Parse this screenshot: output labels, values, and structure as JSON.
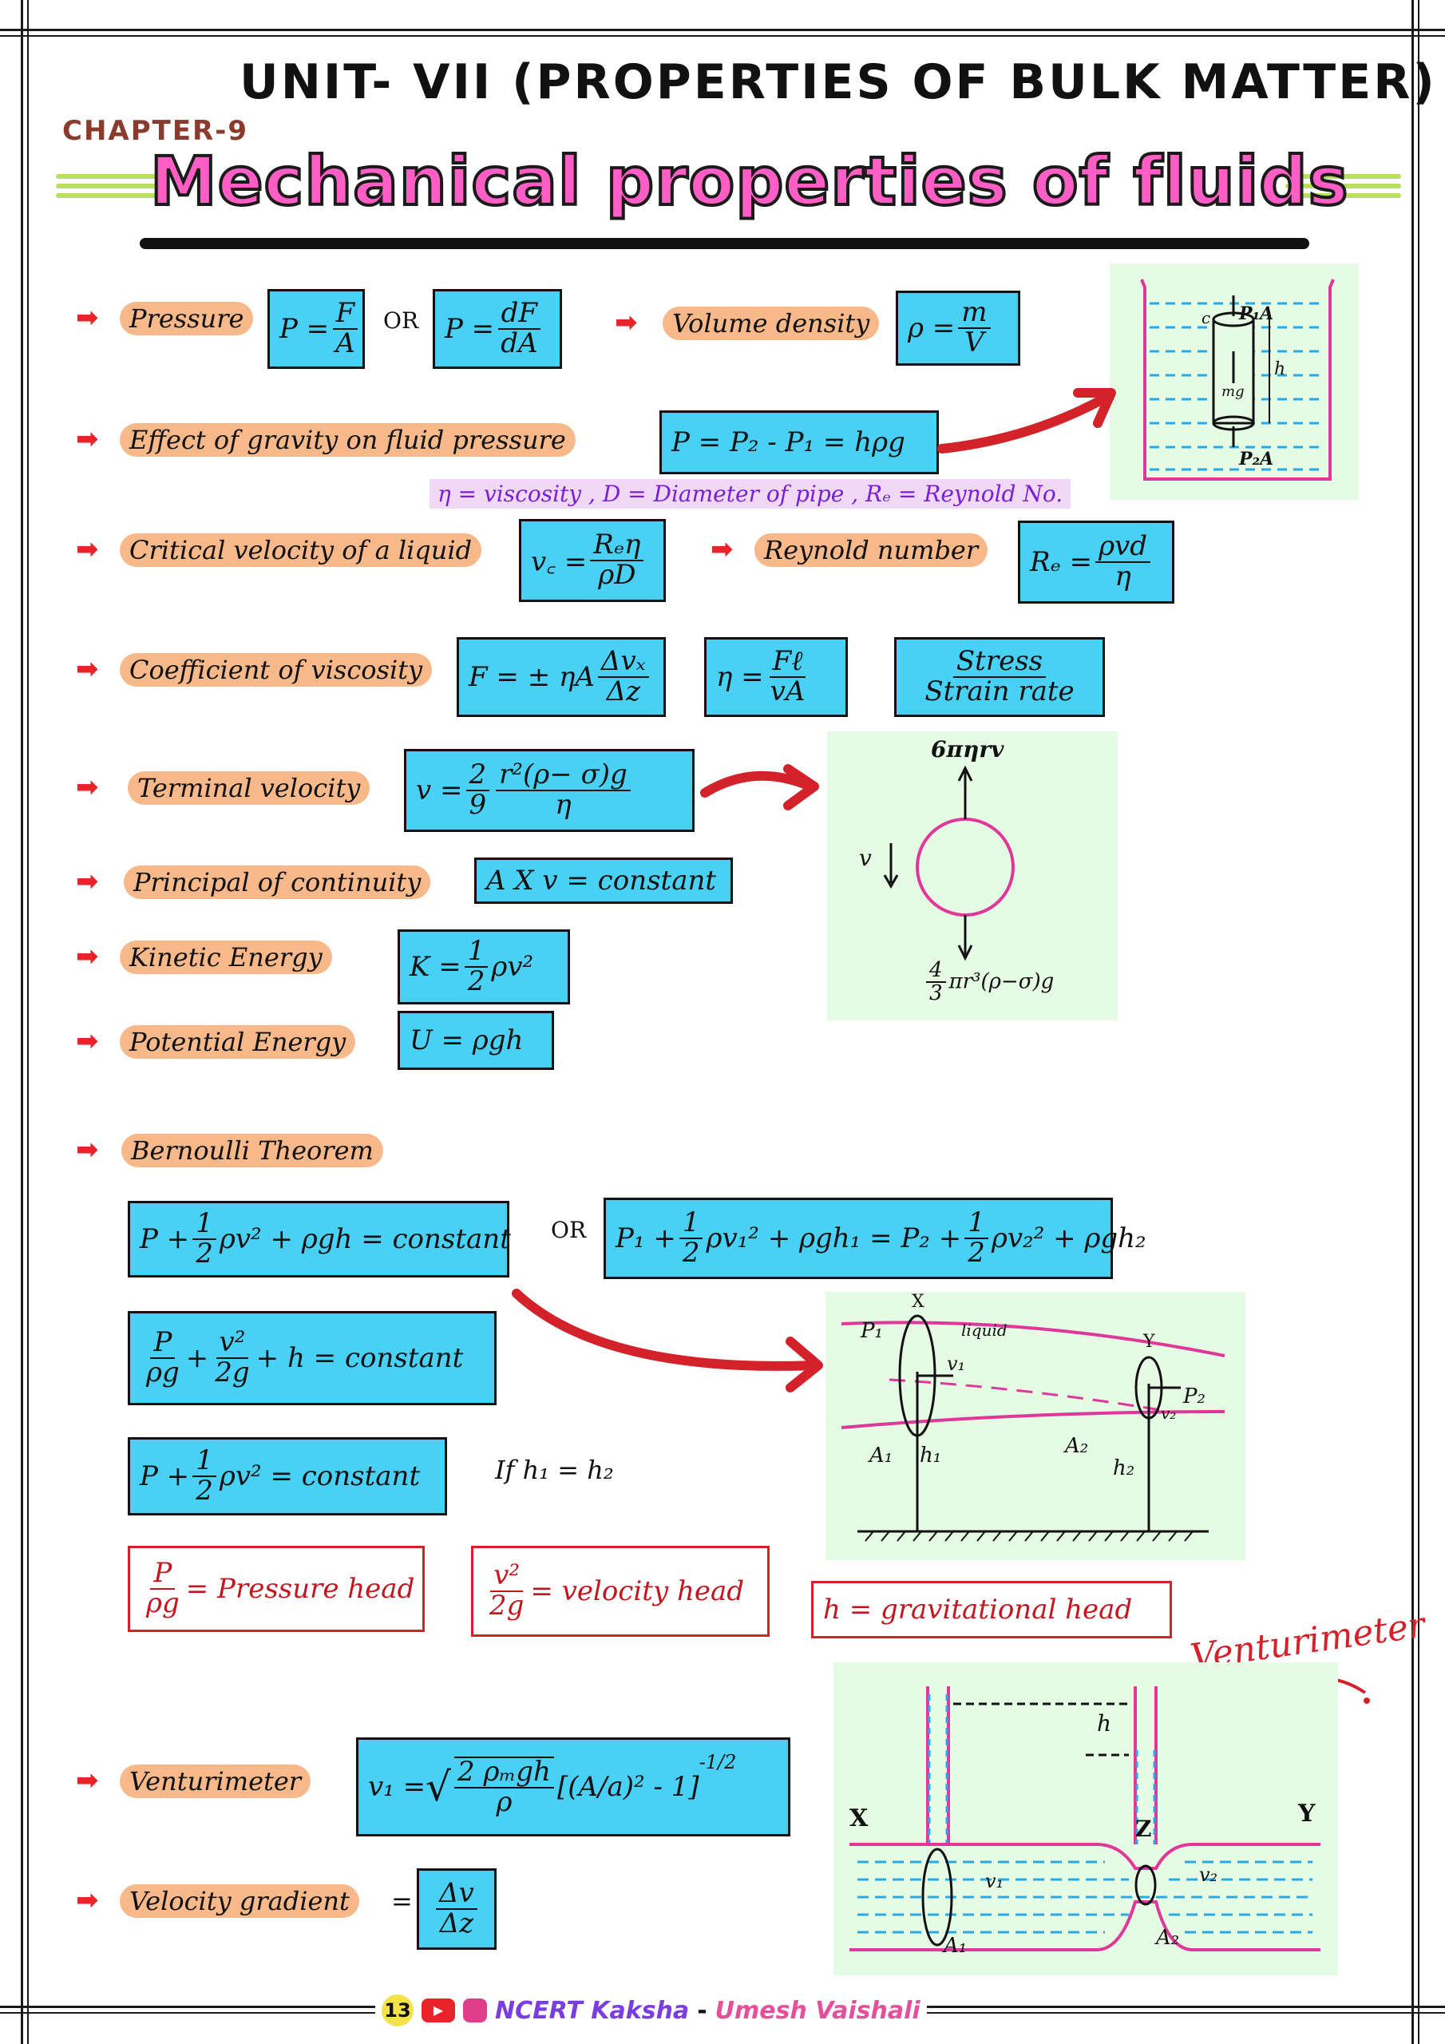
{
  "header": {
    "unit_title": "UNIT- VII (PROPERTIES OF BULK MATTER)",
    "chapter_label": "CHAPTER-9",
    "main_title": "Mechanical properties of fluids"
  },
  "rows": {
    "pressure": {
      "label": "Pressure",
      "f1_lhs": "P =",
      "f1_num": "F",
      "f1_den": "A",
      "or": "OR",
      "f2_lhs": "P =",
      "f2_num": "dF",
      "f2_den": "dA"
    },
    "density": {
      "label": "Volume density",
      "lhs": "ρ =",
      "num": "m",
      "den": "V"
    },
    "gravity": {
      "label": "Effect of gravity on fluid pressure",
      "formula": "P = P₂ - P₁ = hρg"
    },
    "note": "η = viscosity , D = Diameter of pipe , Rₑ = Reynold No.",
    "critical": {
      "label": "Critical velocity of a liquid",
      "lhs": "v꜀ =",
      "num": "Rₑη",
      "den": "ρD"
    },
    "reynold": {
      "label": "Reynold number",
      "lhs": "Rₑ =",
      "num": "ρvd",
      "den": "η"
    },
    "viscosity": {
      "label": "Coefficient of viscosity",
      "f1_lhs": "F = ± ηA",
      "f1_num": "Δvₓ",
      "f1_den": "Δz",
      "f2_lhs": "η =",
      "f2_num": "Fℓ",
      "f2_den": "vA",
      "f3_num": "Stress",
      "f3_den": "Strain rate"
    },
    "terminal": {
      "label": "Terminal velocity",
      "lhs": "v =",
      "c_num": "2",
      "c_den": "9",
      "num": "r²(ρ− σ)g",
      "den": "η"
    },
    "continuity": {
      "label": "Principal of continuity",
      "formula": "A X v = constant"
    },
    "kinetic": {
      "label": "Kinetic Energy",
      "lhs": "K =",
      "num": "1",
      "den": "2",
      "rest": "ρv²"
    },
    "potential": {
      "label": "Potential Energy",
      "formula": "U = ρgh"
    },
    "bernoulli": {
      "label": "Bernoulli Theorem",
      "f1_a": "P +",
      "f1_b": "ρv² + ρgh = constant",
      "or": "OR",
      "f2_a": "P₁ +",
      "f2_b": "ρv₁² + ρgh₁ = P₂ +",
      "f2_c": "ρv₂² + ρgh₂",
      "f3_num1": "P",
      "f3_den1": "ρg",
      "f3_num2": "v²",
      "f3_den2": "2g",
      "f3_rest": "+ h = constant",
      "f4_a": "P +",
      "f4_b": "ρv² = constant",
      "condition": "If h₁ = h₂",
      "half_num": "1",
      "half_den": "2",
      "plus": "+"
    },
    "heads": {
      "pressure_num": "P",
      "pressure_den": "ρg",
      "pressure_text": "= Pressure head",
      "velocity_num": "v²",
      "velocity_den": "2g",
      "velocity_text": "= velocity head",
      "gravitational": "h = gravitational head"
    },
    "venturi": {
      "label": "Venturimeter",
      "lhs": "v₁ =",
      "root_num": "2 ρₘgh",
      "root_den": "ρ",
      "bracket": "[(A/a)² - 1]",
      "exp": "-1/2",
      "handwritten": "Venturimeter"
    },
    "gradient": {
      "label": "Velocity gradient",
      "eq": "=",
      "num": "Δv",
      "den": "Δz"
    }
  },
  "diagrams": {
    "container": {
      "top_label": "P₁A",
      "bottom_label": "P₂A",
      "weight": "mg",
      "height": "h",
      "c": "c"
    },
    "sphere": {
      "top": "6πηrv",
      "bottom_num": "4",
      "bottom_den": "3",
      "bottom_rest": "πr³(ρ−σ)g",
      "velocity": "v"
    },
    "pipe": {
      "x": "X",
      "y": "Y",
      "p1": "P₁",
      "p2": "P₂",
      "v1": "v₁",
      "v2": "v₂",
      "a1": "A₁",
      "a2": "A₂",
      "h1": "h₁",
      "h2": "h₂",
      "liquid": "liquid"
    },
    "venturi": {
      "x": "X",
      "y": "Y",
      "z": "Z",
      "v1": "v₁",
      "v2": "v₂",
      "a1": "A₁",
      "a2": "A₂",
      "h": "h"
    }
  },
  "footer": {
    "page": "13",
    "brand": "NCERT Kaksha",
    "dash": "-",
    "author": "Umesh Vaishali"
  },
  "colors": {
    "formula_box": "#49d1f5",
    "pill": "#f7b98a",
    "arrow": "#e8232a",
    "title_pink": "#ff5fc4",
    "diagram_bg": "#e6fbe3"
  }
}
